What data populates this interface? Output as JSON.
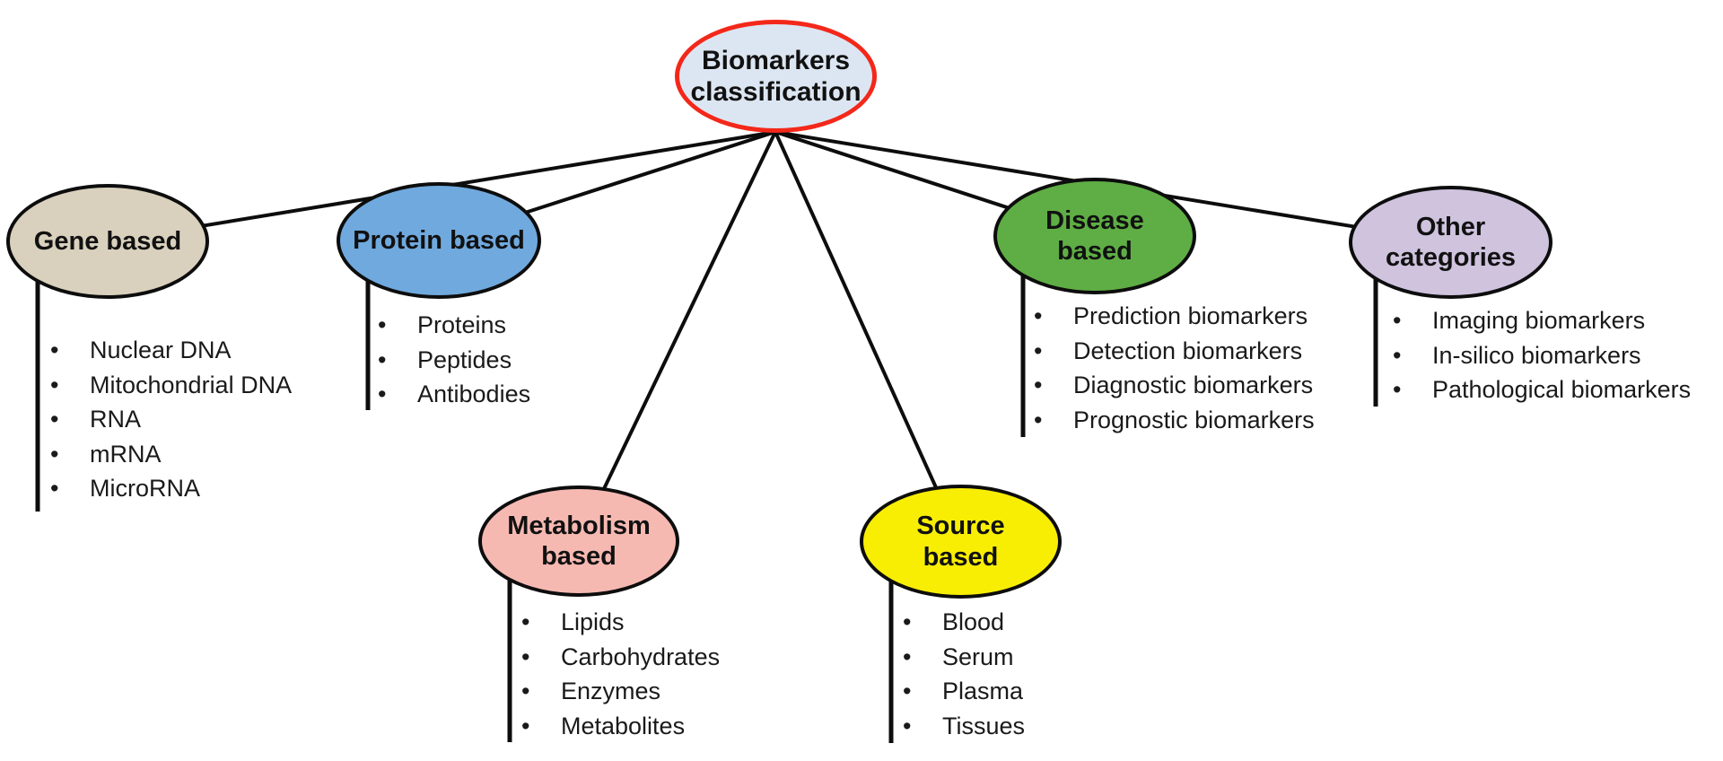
{
  "title": "Biomarkers classification",
  "root": {
    "label": "Biomarkers\nclassification",
    "fill": "#dce6f2",
    "border_color": "#f3281a"
  },
  "branches": [
    {
      "id": "gene-based",
      "label": "Gene based",
      "fill": "#d9d1bd",
      "items": [
        "Nuclear DNA",
        "Mitochondrial DNA",
        "RNA",
        "mRNA",
        "MicroRNA"
      ]
    },
    {
      "id": "protein-based",
      "label": "Protein based",
      "fill": "#70a9de",
      "items": [
        "Proteins",
        "Peptides",
        "Antibodies"
      ]
    },
    {
      "id": "metabolism-based",
      "label": "Metabolism\nbased",
      "fill": "#f6b9b2",
      "items": [
        "Lipids",
        "Carbohydrates",
        "Enzymes",
        "Metabolites"
      ]
    },
    {
      "id": "source-based",
      "label": "Source\nbased",
      "fill": "#f8ee04",
      "items": [
        "Blood",
        "Serum",
        "Plasma",
        "Tissues"
      ]
    },
    {
      "id": "disease-based",
      "label": "Disease\nbased",
      "fill": "#5fae45",
      "items": [
        "Prediction biomarkers",
        "Detection biomarkers",
        "Diagnostic biomarkers",
        "Prognostic biomarkers"
      ]
    },
    {
      "id": "other-categories",
      "label": "Other\ncategories",
      "fill": "#cfc3de",
      "items": [
        "Imaging biomarkers",
        "In-silico biomarkers",
        "Pathological biomarkers"
      ]
    }
  ],
  "line_color": "#0d0d0d"
}
